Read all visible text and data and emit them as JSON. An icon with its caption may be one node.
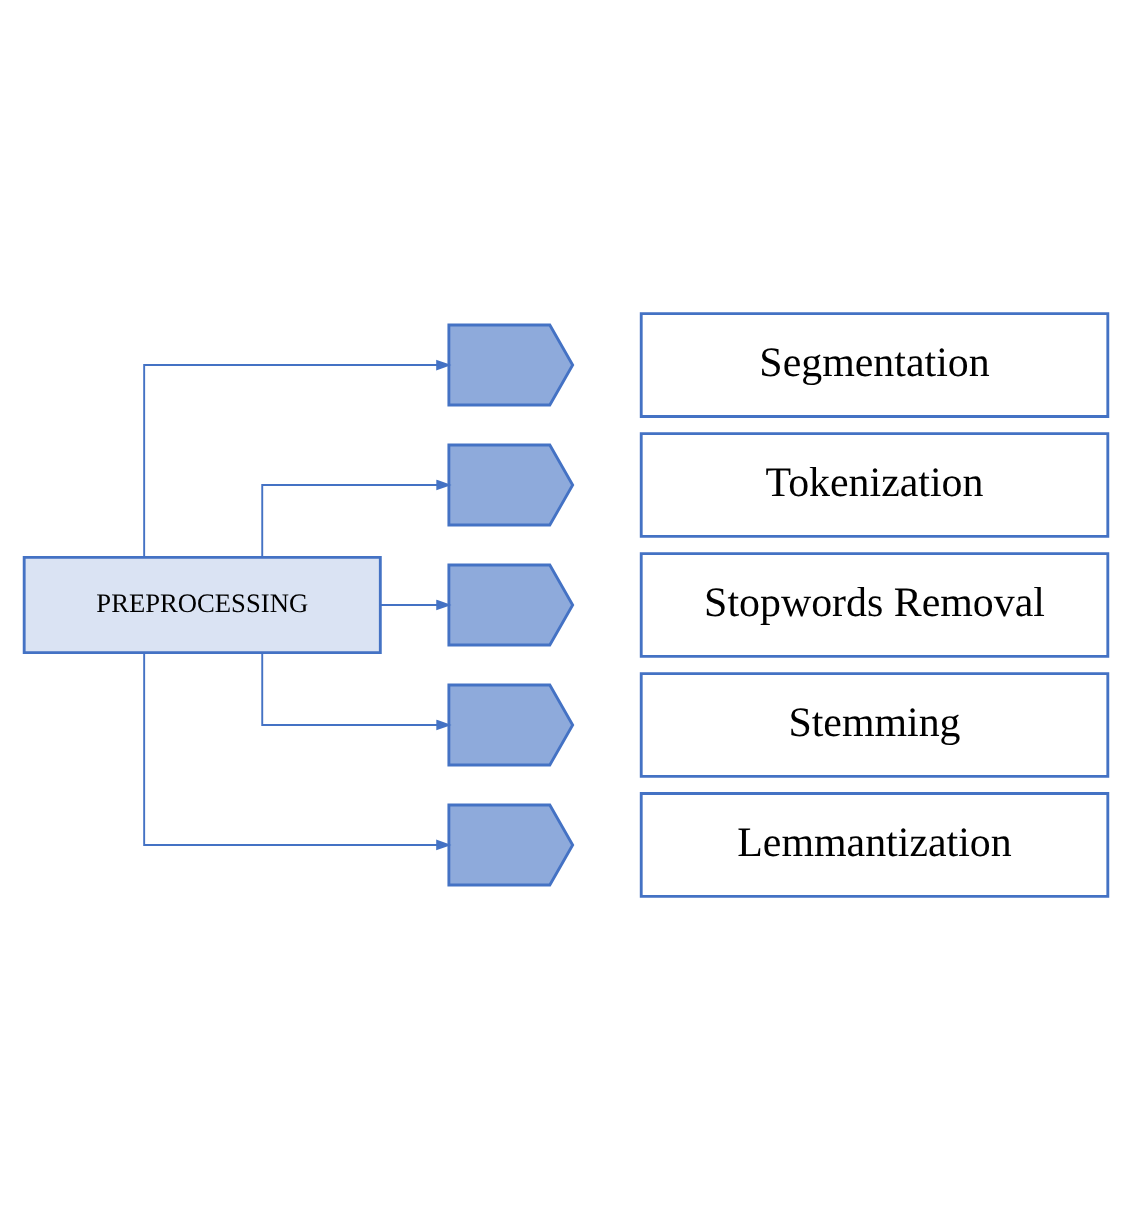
{
  "diagram": {
    "nodes": [
      {
        "text": [
          "PREPROCESSING"
        ]
      },
      {
        "text": [],
        "shape": "pentagon"
      },
      {
        "text": [
          "Segmentation"
        ]
      },
      {
        "text": [],
        "shape": "pentagon"
      },
      {
        "text": [
          "Tokenization"
        ]
      },
      {
        "text": [],
        "shape": "pentagon"
      },
      {
        "text": [
          "Stopwords Removal"
        ]
      },
      {
        "text": [],
        "shape": "pentagon"
      },
      {
        "text": [
          "Stemming"
        ]
      },
      {
        "text": [],
        "shape": "pentagon"
      },
      {
        "text": [
          "Lemmantization"
        ]
      }
    ],
    "edges": [
      {
        "from": 0,
        "to": 1,
        "arrow": "to"
      },
      {
        "from": 0,
        "to": 3,
        "arrow": "to"
      },
      {
        "from": 0,
        "to": 5,
        "arrow": "to"
      },
      {
        "from": 0,
        "to": 7,
        "arrow": "to"
      },
      {
        "from": 0,
        "to": 9,
        "arrow": "to"
      }
    ]
  }
}
